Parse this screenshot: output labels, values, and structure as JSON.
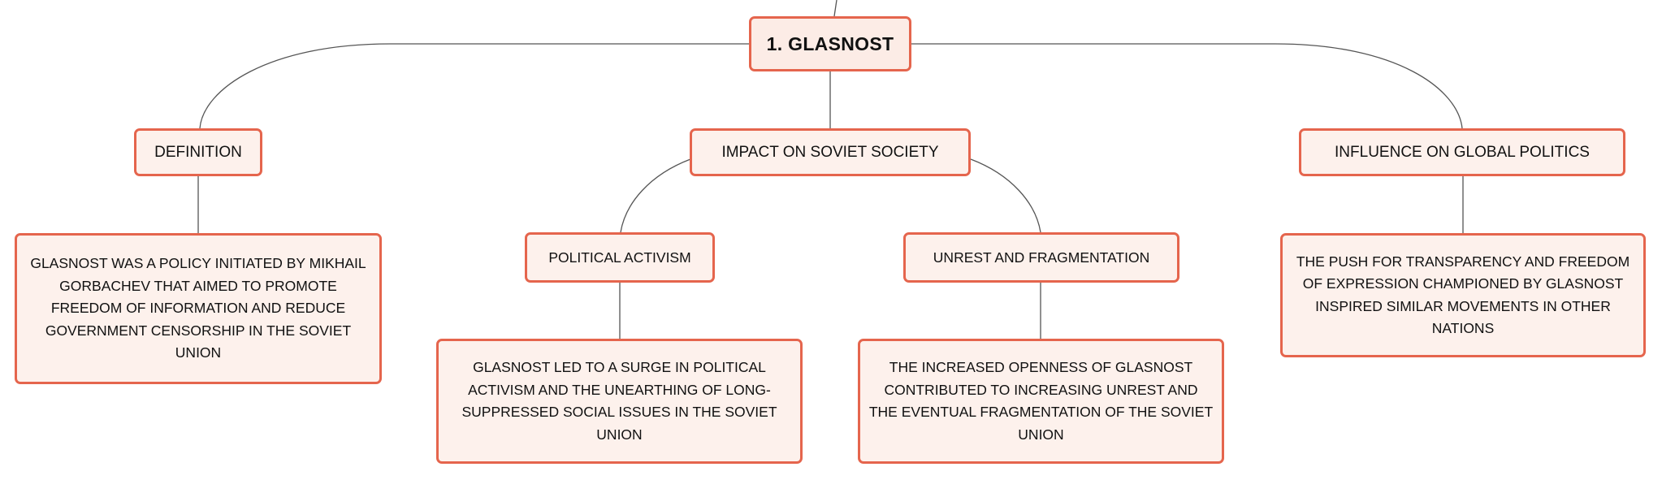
{
  "colors": {
    "node_border": "#e5654d",
    "node_fill": "#fdf1ec",
    "root_fill": "#fcece6",
    "connector": "#555555"
  },
  "root": {
    "label": "1. GLASNOST"
  },
  "branches": [
    {
      "label": "DEFINITION",
      "note": "GLASNOST WAS A POLICY INITIATED BY MIKHAIL GORBACHEV THAT AIMED TO PROMOTE FREEDOM OF INFORMATION AND REDUCE GOVERNMENT CENSORSHIP IN THE SOVIET UNION"
    },
    {
      "label": "IMPACT ON SOVIET SOCIETY",
      "children": [
        {
          "label": "POLITICAL ACTIVISM",
          "note": "GLASNOST LED TO A SURGE IN POLITICAL ACTIVISM AND THE UNEARTHING OF LONG-SUPPRESSED SOCIAL ISSUES IN THE SOVIET UNION"
        },
        {
          "label": "UNREST AND FRAGMENTATION",
          "note": "THE INCREASED OPENNESS OF GLASNOST CONTRIBUTED TO INCREASING UNREST AND THE EVENTUAL FRAGMENTATION OF THE SOVIET UNION"
        }
      ]
    },
    {
      "label": "INFLUENCE ON GLOBAL POLITICS",
      "note": "THE PUSH FOR TRANSPARENCY AND FREEDOM OF EXPRESSION CHAMPIONED BY GLASNOST INSPIRED SIMILAR MOVEMENTS IN OTHER NATIONS"
    }
  ]
}
